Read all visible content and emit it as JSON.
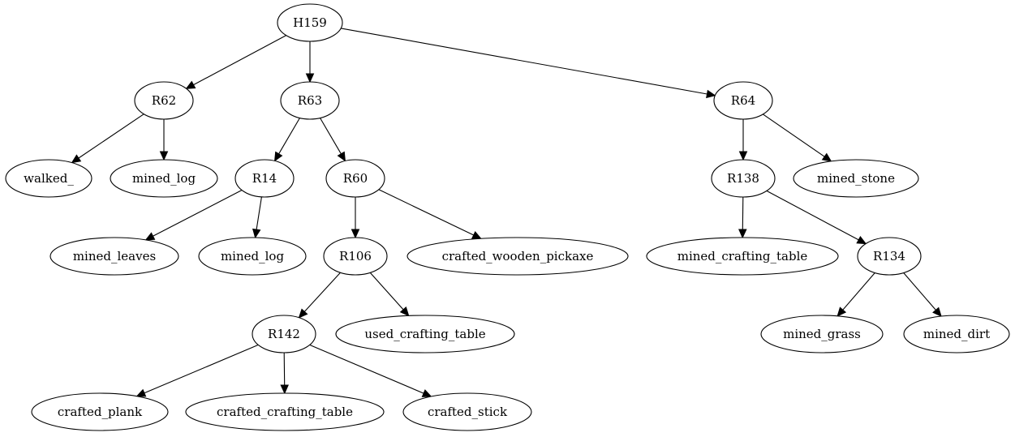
{
  "diagram": {
    "type": "tree",
    "colors": {
      "stroke": "#000000",
      "fill": "#ffffff",
      "text": "#000000"
    },
    "nodes": [
      {
        "id": "H159",
        "label": "H159"
      },
      {
        "id": "R62",
        "label": "R62"
      },
      {
        "id": "R63",
        "label": "R63"
      },
      {
        "id": "R64",
        "label": "R64"
      },
      {
        "id": "walked_",
        "label": "walked_"
      },
      {
        "id": "mined_log_1",
        "label": "mined_log"
      },
      {
        "id": "R14",
        "label": "R14"
      },
      {
        "id": "R60",
        "label": "R60"
      },
      {
        "id": "R138",
        "label": "R138"
      },
      {
        "id": "mined_stone",
        "label": "mined_stone"
      },
      {
        "id": "mined_leaves",
        "label": "mined_leaves"
      },
      {
        "id": "mined_log_2",
        "label": "mined_log"
      },
      {
        "id": "R106",
        "label": "R106"
      },
      {
        "id": "crafted_wooden_pickaxe",
        "label": "crafted_wooden_pickaxe"
      },
      {
        "id": "mined_crafting_table",
        "label": "mined_crafting_table"
      },
      {
        "id": "R134",
        "label": "R134"
      },
      {
        "id": "R142",
        "label": "R142"
      },
      {
        "id": "used_crafting_table",
        "label": "used_crafting_table"
      },
      {
        "id": "mined_grass",
        "label": "mined_grass"
      },
      {
        "id": "mined_dirt",
        "label": "mined_dirt"
      },
      {
        "id": "crafted_plank",
        "label": "crafted_plank"
      },
      {
        "id": "crafted_crafting_table",
        "label": "crafted_crafting_table"
      },
      {
        "id": "crafted_stick",
        "label": "crafted_stick"
      }
    ],
    "edges": [
      {
        "from": "H159",
        "to": "R62"
      },
      {
        "from": "H159",
        "to": "R63"
      },
      {
        "from": "H159",
        "to": "R64"
      },
      {
        "from": "R62",
        "to": "walked_"
      },
      {
        "from": "R62",
        "to": "mined_log_1"
      },
      {
        "from": "R63",
        "to": "R14"
      },
      {
        "from": "R63",
        "to": "R60"
      },
      {
        "from": "R64",
        "to": "R138"
      },
      {
        "from": "R64",
        "to": "mined_stone"
      },
      {
        "from": "R14",
        "to": "mined_leaves"
      },
      {
        "from": "R14",
        "to": "mined_log_2"
      },
      {
        "from": "R60",
        "to": "R106"
      },
      {
        "from": "R60",
        "to": "crafted_wooden_pickaxe"
      },
      {
        "from": "R138",
        "to": "mined_crafting_table"
      },
      {
        "from": "R138",
        "to": "R134"
      },
      {
        "from": "R106",
        "to": "R142"
      },
      {
        "from": "R106",
        "to": "used_crafting_table"
      },
      {
        "from": "R134",
        "to": "mined_grass"
      },
      {
        "from": "R134",
        "to": "mined_dirt"
      },
      {
        "from": "R142",
        "to": "crafted_plank"
      },
      {
        "from": "R142",
        "to": "crafted_crafting_table"
      },
      {
        "from": "R142",
        "to": "crafted_stick"
      }
    ]
  }
}
